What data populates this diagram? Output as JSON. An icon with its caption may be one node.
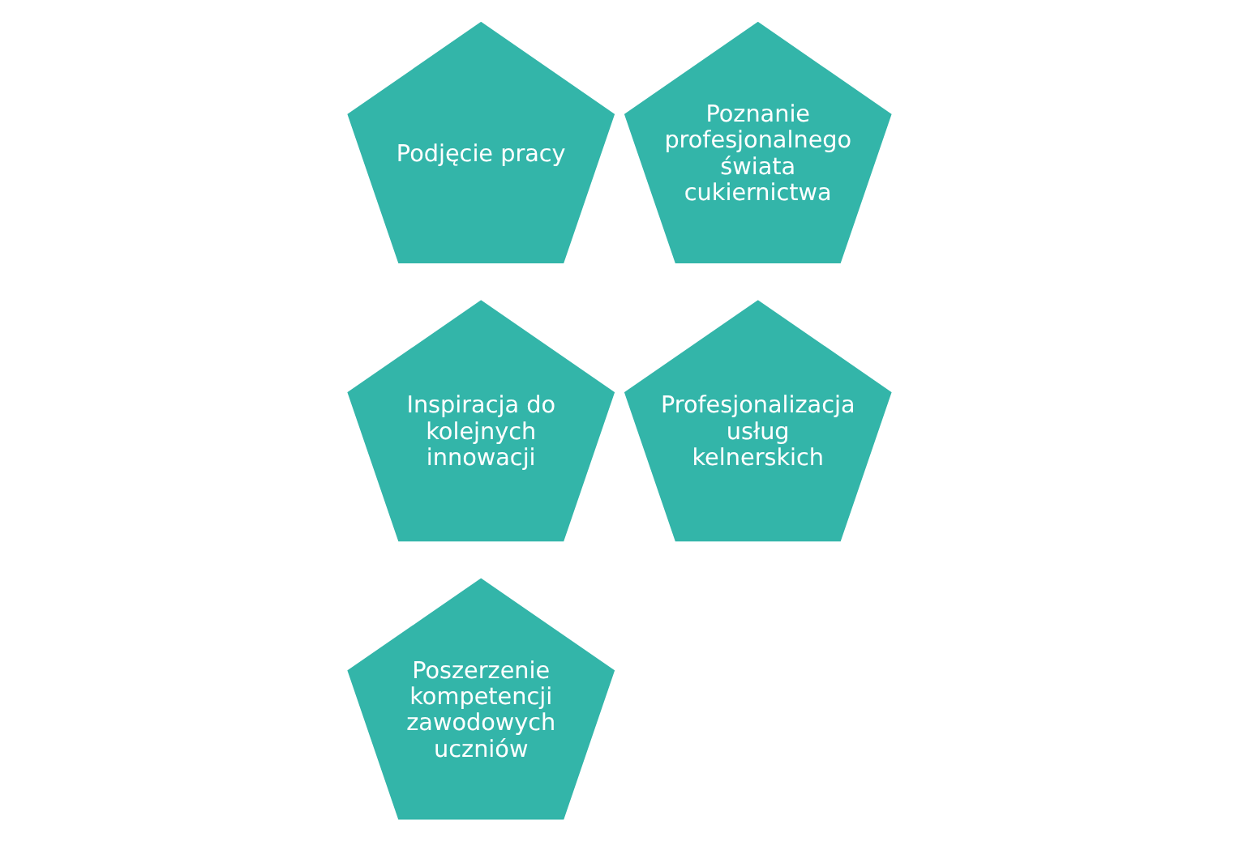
{
  "diagram": {
    "nodes": [
      {
        "text": [
          "Podjęcie pracy"
        ]
      },
      {
        "text": [
          "Poznanie profesjonalnego świata cukiernictwa"
        ]
      },
      {
        "text": [
          "Inspiracja do kolejnych innowacji"
        ]
      },
      {
        "text": [
          "Profesjonalizacja usług kelnerskich"
        ]
      },
      {
        "text": [
          "Poszerzenie kompetencji zawodowych uczniów"
        ]
      }
    ]
  }
}
